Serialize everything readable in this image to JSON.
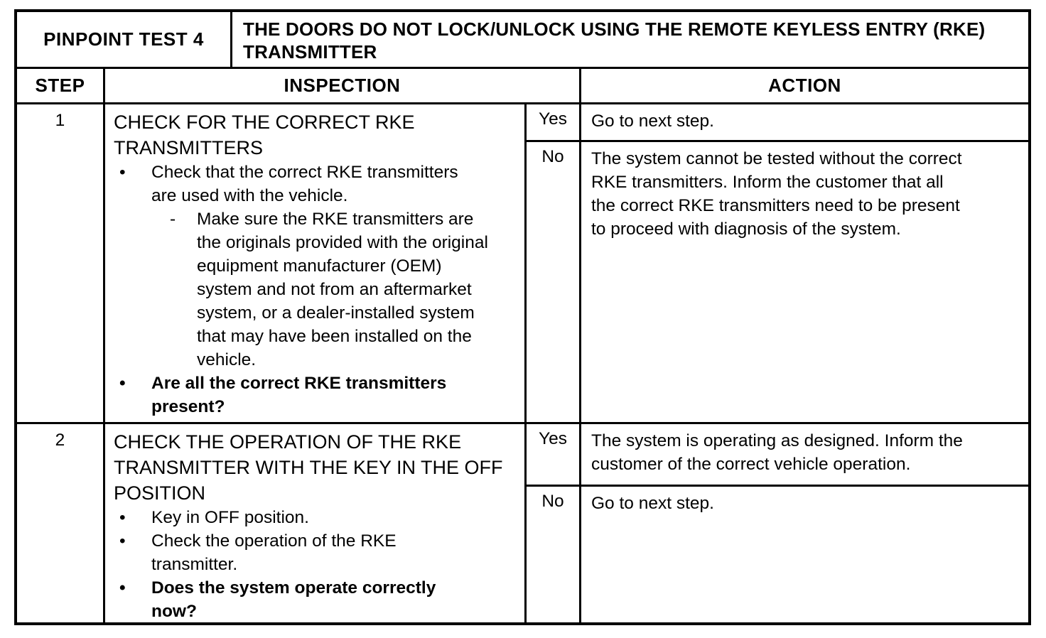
{
  "page": {
    "test_label": "PINPOINT TEST 4",
    "test_title": "THE DOORS DO NOT LOCK/UNLOCK USING THE REMOTE KEYLESS ENTRY (RKE) TRANSMITTER",
    "columns": {
      "step": "STEP",
      "inspection": "INSPECTION",
      "action": "ACTION"
    },
    "steps": [
      {
        "number": "1",
        "heading": "CHECK FOR THE CORRECT RKE TRANSMITTERS",
        "items": [
          {
            "marker": "•",
            "level": 1,
            "bold": false,
            "text": "Check that the correct RKE transmitters are used with the vehicle."
          },
          {
            "marker": "-",
            "level": 2,
            "bold": false,
            "text": "Make sure the RKE transmitters are the originals provided with the original equipment manufacturer (OEM) system and not from an aftermarket system, or a dealer-installed system that may have been installed on the vehicle."
          },
          {
            "marker": "•",
            "level": 1,
            "bold": true,
            "text": "Are all the correct RKE transmitters present?"
          }
        ],
        "results": [
          {
            "answer": "Yes",
            "action": "Go to next step."
          },
          {
            "answer": "No",
            "action": "The system cannot be tested without the correct RKE transmitters.  Inform the customer that all the correct RKE transmitters need to be present to proceed with diagnosis of the system."
          }
        ]
      },
      {
        "number": "2",
        "heading": "CHECK THE OPERATION OF THE RKE TRANSMITTER WITH THE KEY IN THE OFF POSITION",
        "items": [
          {
            "marker": "•",
            "level": 1,
            "bold": false,
            "text": "Key in OFF position."
          },
          {
            "marker": "•",
            "level": 1,
            "bold": false,
            "text": "Check the operation of the RKE transmitter."
          },
          {
            "marker": "•",
            "level": 1,
            "bold": true,
            "text": "Does the system operate correctly now?"
          }
        ],
        "results": [
          {
            "answer": "Yes",
            "action": "The system is operating as designed.  Inform the customer of the correct vehicle operation."
          },
          {
            "answer": "No",
            "action": "Go to next step."
          }
        ]
      }
    ]
  }
}
